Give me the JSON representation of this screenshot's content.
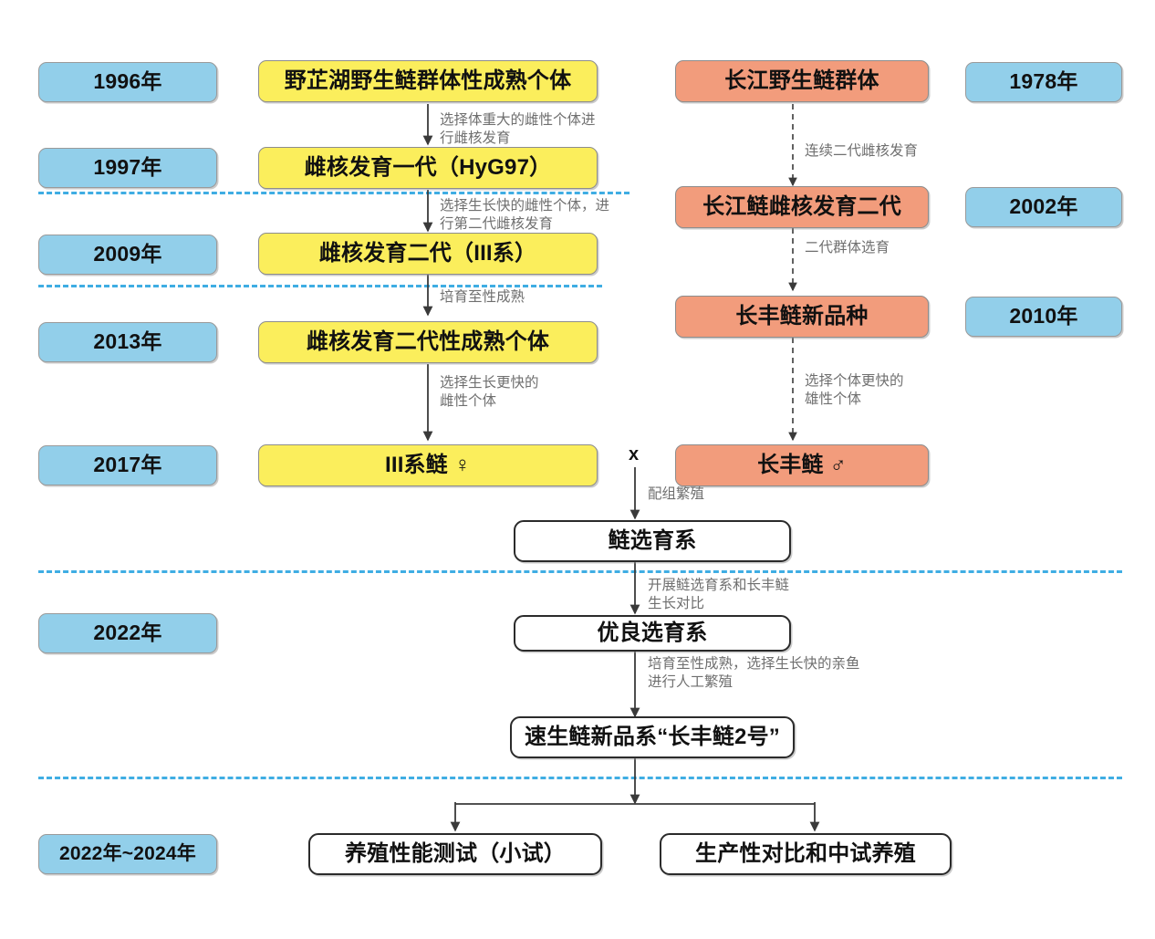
{
  "diagram": {
    "title": "鲢鱼选育技术路线流程图",
    "colors": {
      "year_fill": "#92CFEA",
      "yellow_fill": "#FBEE5C",
      "orange_fill": "#F29C7C",
      "white_fill": "#FFFFFF",
      "separator": "#3FADE3",
      "arrow": "#3A3A3A",
      "label_text": "#6F6F6F"
    },
    "years": [
      {
        "id": "y1996",
        "label": "1996年"
      },
      {
        "id": "y1997",
        "label": "1997年"
      },
      {
        "id": "y2009",
        "label": "2009年"
      },
      {
        "id": "y2013",
        "label": "2013年"
      },
      {
        "id": "y2017",
        "label": "2017年"
      },
      {
        "id": "y2022",
        "label": "2022年"
      },
      {
        "id": "y2022_2024",
        "label": "2022年~2024年"
      },
      {
        "id": "y1978",
        "label": "1978年"
      },
      {
        "id": "y2002",
        "label": "2002年"
      },
      {
        "id": "y2010",
        "label": "2010年"
      }
    ],
    "left_track": [
      {
        "id": "L1",
        "label": "野芷湖野生鲢群体性成熟个体"
      },
      {
        "id": "L2",
        "label": "雌核发育一代（HyG97）"
      },
      {
        "id": "L3",
        "label": "雌核发育二代（III系）"
      },
      {
        "id": "L4",
        "label": "雌核发育二代性成熟个体"
      },
      {
        "id": "L5",
        "label": "III系鲢 ♀"
      }
    ],
    "right_track": [
      {
        "id": "R1",
        "label": "长江野生鲢群体"
      },
      {
        "id": "R2",
        "label": "长江鲢雌核发育二代"
      },
      {
        "id": "R3",
        "label": "长丰鲢新品种"
      },
      {
        "id": "R4",
        "label": "长丰鲢 ♂"
      }
    ],
    "merged_track": [
      {
        "id": "M1",
        "label": "鲢选育系"
      },
      {
        "id": "M2",
        "label": "优良选育系"
      },
      {
        "id": "M3",
        "label": "速生鲢新品系“长丰鲢2号”"
      }
    ],
    "outcomes": [
      {
        "id": "O1",
        "label": "养殖性能测试（小试）"
      },
      {
        "id": "O2",
        "label": "生产性对比和中试养殖"
      }
    ],
    "edge_labels": [
      {
        "id": "E1",
        "text": "选择体重大的雌性个体进\n行雌核发育"
      },
      {
        "id": "E2",
        "text": "选择生长快的雌性个体，进\n行第二代雌核发育"
      },
      {
        "id": "E3",
        "text": "培育至性成熟"
      },
      {
        "id": "E4",
        "text": "选择生长更快的\n雌性个体"
      },
      {
        "id": "E5",
        "text": "连续二代雌核发育"
      },
      {
        "id": "E6",
        "text": "二代群体选育"
      },
      {
        "id": "E7",
        "text": "选择个体更快的\n雄性个体"
      },
      {
        "id": "E8",
        "text": "配组繁殖"
      },
      {
        "id": "E9",
        "text": "开展鲢选育系和长丰鲢\n生长对比"
      },
      {
        "id": "E10",
        "text": "培育至性成熟，选择生长快的亲鱼\n进行人工繁殖"
      }
    ],
    "cross_symbol": "x"
  }
}
